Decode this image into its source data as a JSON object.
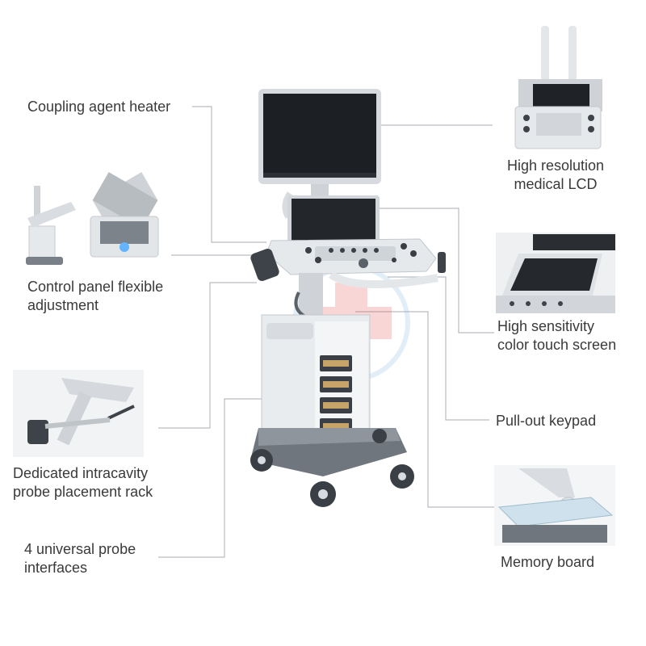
{
  "callouts": {
    "coupling_agent_heater": "Coupling agent heater",
    "control_panel_flexible": [
      "Control panel flexible",
      "adjustment"
    ],
    "intracavity_rack": [
      "Dedicated intracavity",
      "probe placement rack"
    ],
    "probe_interfaces": [
      "4 universal probe",
      "interfaces"
    ],
    "high_resolution_lcd": [
      "High resolution",
      "medical LCD"
    ],
    "touch_screen": [
      "High sensitivity",
      "color touch screen"
    ],
    "pull_out_keypad": "Pull-out keypad",
    "memory_board": "Memory board"
  },
  "colors": {
    "text": "#3a3a3a",
    "connector": "#b9bcc0",
    "device_body": "#e9ecef",
    "device_shadow": "#8e959c",
    "screen": "#1c1f24",
    "watermark": "#e24a4a"
  }
}
